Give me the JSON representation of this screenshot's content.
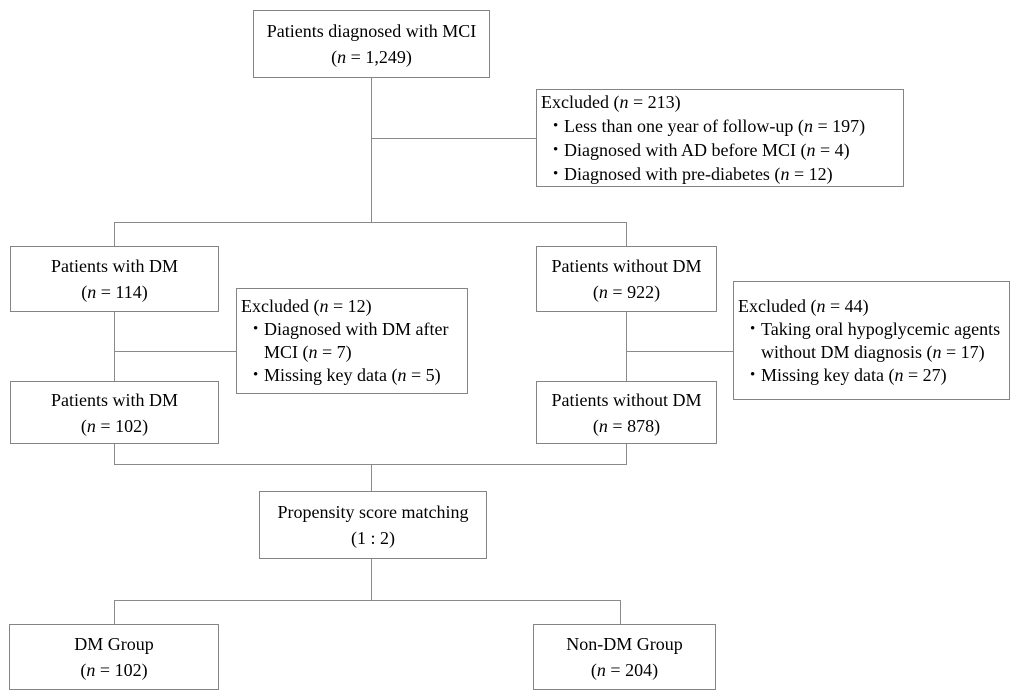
{
  "diagram": {
    "glyph_bullet": "•",
    "colors": {
      "border": "#848484",
      "line": "#8a8a8a",
      "text": "#000000",
      "background": "#ffffff"
    },
    "nodes": {
      "mci": {
        "title": "Patients diagnosed with MCI",
        "open": "(",
        "n": "n",
        "count": " = 1,249)"
      },
      "dm_mid": {
        "title": "Patients with DM",
        "open": "(",
        "n": "n",
        "count": " = 114)"
      },
      "nondm_mid": {
        "title": "Patients without DM",
        "open": "(",
        "n": "n",
        "count": " = 922)"
      },
      "dm_low": {
        "title": "Patients with DM",
        "open": "(",
        "n": "n",
        "count": " = 102)"
      },
      "nondm_low": {
        "title": "Patients without DM",
        "open": "(",
        "n": "n",
        "count": " = 878)"
      },
      "psm": {
        "title": "Propensity score matching",
        "subtitle": "(1 : 2)"
      },
      "dm_group": {
        "title": "DM Group",
        "open": "(",
        "n": "n",
        "count": " = 102)"
      },
      "nondm_group": {
        "title": "Non-DM Group",
        "open": "(",
        "n": "n",
        "count": " = 204)"
      },
      "excluded_top": {
        "head_pre": "Excluded (",
        "n": "n",
        "head_post": " = 213)",
        "bullets": [
          {
            "pre": "Less than one year of follow-up (",
            "n": "n",
            "post": " = 197)"
          },
          {
            "pre": "Diagnosed with AD before MCI (",
            "n": "n",
            "post": " = 4)"
          },
          {
            "pre": "Diagnosed with pre-diabetes (",
            "n": "n",
            "post": " = 12)"
          }
        ]
      },
      "excluded_dm": {
        "head_pre": "Excluded (",
        "n": "n",
        "head_post": " = 12)",
        "bullets": [
          {
            "pre": "Diagnosed with DM after\nMCI (",
            "n": "n",
            "post": " = 7)"
          },
          {
            "pre": "Missing key data (",
            "n": "n",
            "post": " = 5)"
          }
        ]
      },
      "excluded_nondm": {
        "head_pre": "Excluded (",
        "n": "n",
        "head_post": " = 44)",
        "bullets": [
          {
            "pre": "Taking oral hypoglycemic agents\nwithout DM diagnosis (",
            "n": "n",
            "post": " = 17)"
          },
          {
            "pre": "Missing key data (",
            "n": "n",
            "post": " = 27)"
          }
        ]
      }
    }
  }
}
